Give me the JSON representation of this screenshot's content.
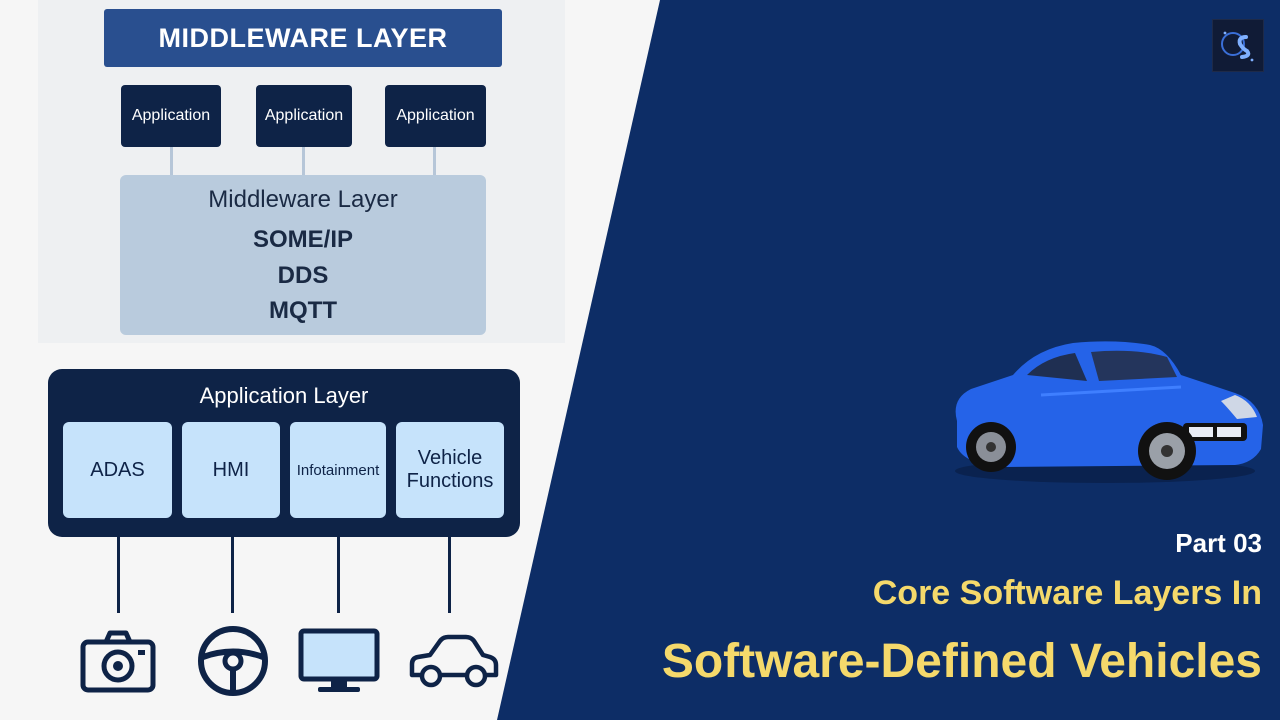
{
  "middleware_diagram": {
    "title": "MIDDLEWARE LAYER",
    "applications": [
      "Application",
      "Application",
      "Application"
    ],
    "middleware_box": {
      "heading": "Middleware Layer",
      "protocols": [
        "SOME/IP",
        "DDS",
        "MQTT"
      ]
    }
  },
  "application_diagram": {
    "title": "Application Layer",
    "modules": [
      "ADAS",
      "HMI",
      "Infotainment",
      "Vehicle Functions"
    ],
    "devices": [
      "camera-icon",
      "steering-wheel-icon",
      "monitor-icon",
      "car-icon"
    ]
  },
  "banner": {
    "part": "Part 03",
    "title_line1": "Core Software Layers In",
    "title_line2": "Software-Defined Vehicles"
  },
  "colors": {
    "background_navy": "#0d2d66",
    "title_yellow": "#f5d96b",
    "diagram_navy": "#0e2347",
    "module_blue": "#c6e3fb",
    "middleware_blue": "#b9cbdd",
    "car_blue": "#2563e8"
  }
}
